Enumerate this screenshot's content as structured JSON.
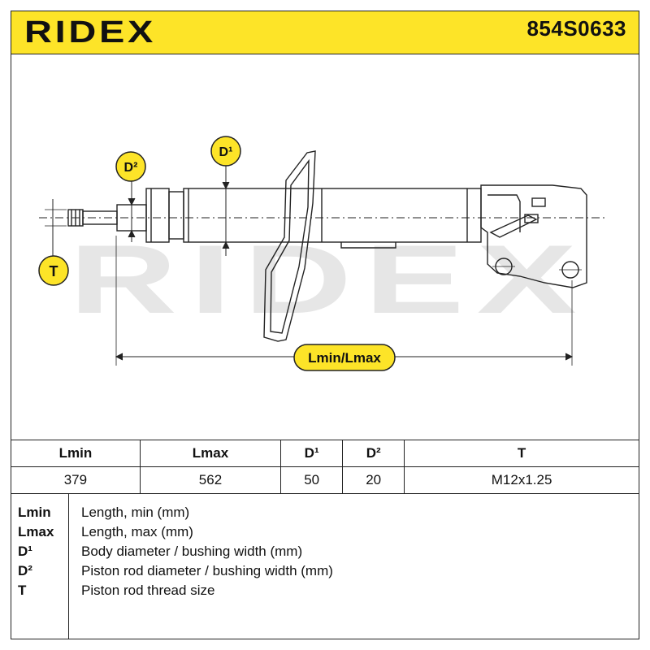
{
  "header": {
    "brand": "RIDEX",
    "part_number": "854S0633"
  },
  "drawing": {
    "watermark": "RIDEX",
    "labels": {
      "d1": "D¹",
      "d2": "D²",
      "t": "T",
      "length": "Lmin/Lmax"
    }
  },
  "table": {
    "headers": [
      "Lmin",
      "Lmax",
      "D¹",
      "D²",
      "T"
    ],
    "values": [
      "379",
      "562",
      "50",
      "20",
      "M12x1.25"
    ]
  },
  "legend": [
    {
      "key": "Lmin",
      "desc": "Length, min (mm)"
    },
    {
      "key": "Lmax",
      "desc": "Length, max (mm)"
    },
    {
      "key": "D¹",
      "desc": "Body diameter / bushing width (mm)"
    },
    {
      "key": "D²",
      "desc": "Piston rod diameter / bushing width (mm)"
    },
    {
      "key": "T",
      "desc": "Piston rod thread size"
    }
  ],
  "colors": {
    "accent": "#fde428",
    "line": "#222222",
    "watermark": "#e6e6e6"
  }
}
